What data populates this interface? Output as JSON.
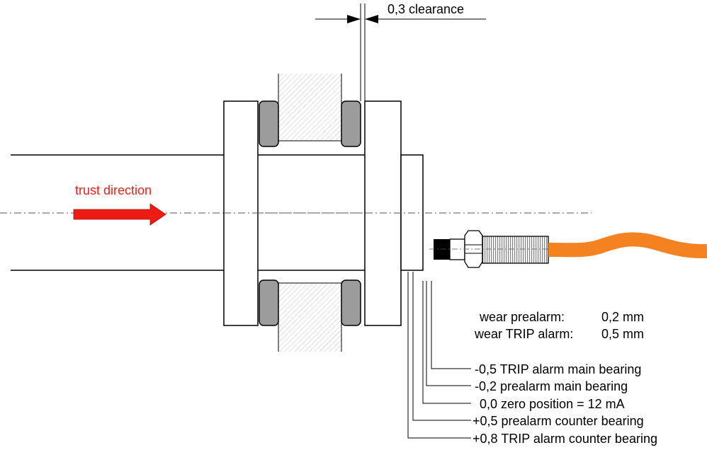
{
  "dimension": {
    "clearance_label": "0,3 clearance"
  },
  "flow": {
    "label": "trust direction",
    "arrow_color": "#ee1b14"
  },
  "wear_limits": {
    "prealarm_label": "wear prealarm:",
    "prealarm_value": "0,2 mm",
    "trip_label": "wear TRIP alarm:",
    "trip_value": "0,5 mm"
  },
  "positions": [
    "-0,5 TRIP alarm main bearing",
    "-0,2 prealarm main bearing",
    "0,0 zero position = 12 mA",
    "+0,5 prealarm counter bearing",
    "+0,8 TRIP alarm counter bearing"
  ],
  "colors": {
    "cable": "#f58220",
    "bearing_pad": "#9c9c9c",
    "sensor_tip": "#000000"
  }
}
